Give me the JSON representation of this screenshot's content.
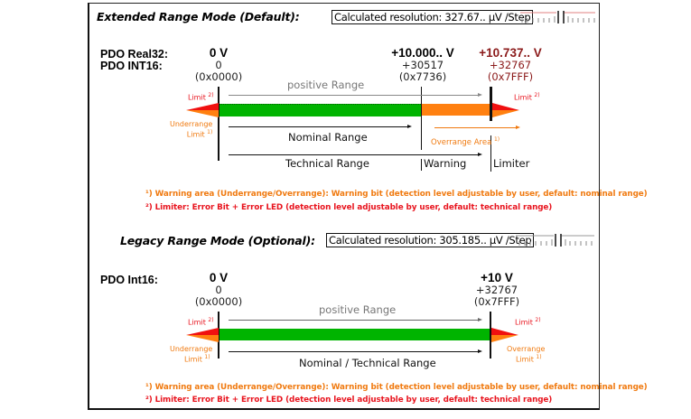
{
  "extended": {
    "title": "Extended Range Mode (Default):",
    "resolution": "Calculated resolution: 327.67.. µV /Step",
    "pdo_real32_label": "PDO Real32:",
    "pdo_int16_label": "PDO INT16:",
    "points": [
      {
        "volt": "0 V",
        "dec": "0",
        "hex": "(0x0000)"
      },
      {
        "volt": "+10.000.. V",
        "dec": "+30517",
        "hex": "(0x7736)"
      },
      {
        "volt": "+10.737.. V",
        "dec": "+32767",
        "hex": "(0x7FFF)"
      }
    ],
    "positive_range": "positive Range",
    "nominal_range": "Nominal Range",
    "technical_range": "Technical Range",
    "warning": "Warning",
    "limiter": "Limiter",
    "overrange_area": "Overrange Area",
    "overrange_area_sup": "1)",
    "limit_left": "Limit",
    "limit_left_sup": "2)",
    "underrange": "Underrange",
    "underrange_limit": "Limit",
    "underrange_sup": "1)",
    "limit_right": "Limit",
    "limit_right_sup": "2)",
    "footnote1": "¹) Warning area (Underrange/Overrange): Warning bit (detection level adjustable by user, default: nominal range)",
    "footnote2": "²) Limiter: Error Bit + Error LED (detection level adjustable by user, default: technical range)"
  },
  "legacy": {
    "title": "Legacy Range Mode (Optional):",
    "resolution": "Calculated resolution: 305.185.. µV /Step",
    "pdo_int16_label": "PDO Int16:",
    "points": [
      {
        "volt": "0 V",
        "dec": "0",
        "hex": "(0x0000)"
      },
      {
        "volt": "+10 V",
        "dec": "+32767",
        "hex": "(0x7FFF)"
      }
    ],
    "positive_range": "positive Range",
    "nominal_technical_range": "Nominal / Technical Range",
    "limit_left": "Limit",
    "limit_left_sup": "2)",
    "underrange": "Underrange",
    "underrange_limit": "Limit",
    "underrange_sup": "1)",
    "limit_right": "Limit",
    "limit_right_sup": "2)",
    "overrange": "Overrange",
    "overrange_limit": "Limit",
    "overrange_sup": "1)",
    "footnote1": "¹) Warning area (Underrange/Overrange): Warning bit (detection level adjustable by user, default: nominal range)",
    "footnote2": "²) Limiter: Error Bit + Error LED (detection level adjustable by user, default: technical range)"
  },
  "colors": {
    "nominal_bar": "#00b400",
    "overrange_bar": "#ff8010",
    "limit_red": "#e8141e",
    "warning_orange": "#f07a10",
    "dark_red": "#8b1a1a"
  }
}
